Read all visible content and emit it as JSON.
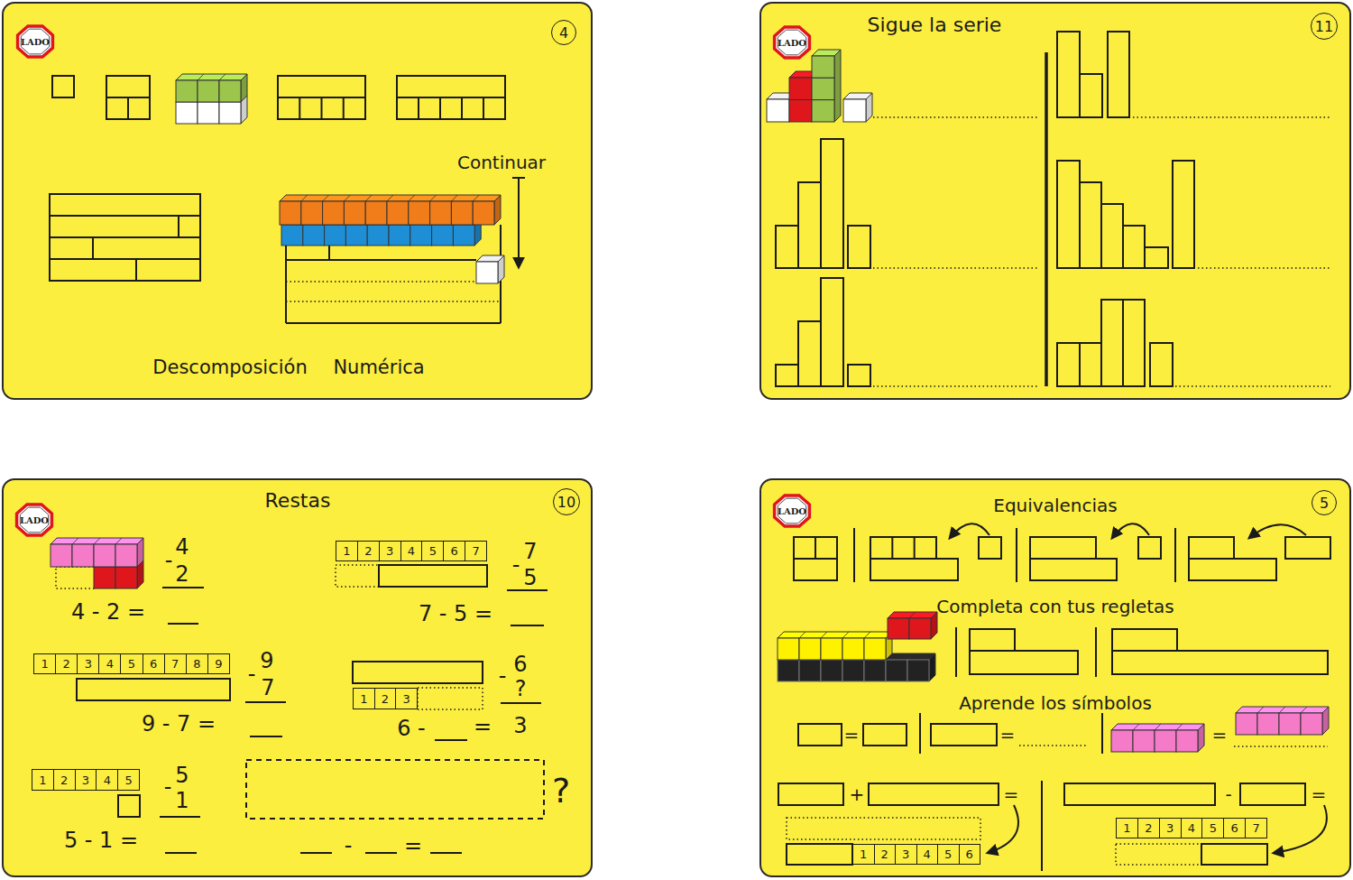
{
  "diagram": {
    "nodes": [
      {
        "text": [
          "Descomposición Numérica"
        ]
      },
      {
        "text": [
          "LADO"
        ],
        "in": 0
      },
      {
        "text": [
          "4"
        ],
        "in": 0
      },
      {
        "text": [
          "Sigue la serie"
        ]
      },
      {
        "text": [
          "LADO"
        ],
        "in": 3
      },
      {
        "text": [
          "11"
        ],
        "in": 3
      },
      {
        "text": [
          "Restas"
        ]
      },
      {
        "text": [
          "LADO"
        ],
        "in": 6
      },
      {
        "text": [
          "10"
        ],
        "in": 6
      },
      {
        "text": [
          "1",
          "2",
          "3",
          "4",
          "5",
          "6",
          "7"
        ],
        "in": 6
      },
      {
        "text": [
          "1",
          "2",
          "3",
          "4",
          "5",
          "6",
          "7",
          "8",
          "9"
        ],
        "in": 6
      },
      {
        "text": [
          "1",
          "2",
          "3"
        ],
        "in": 6
      },
      {
        "text": [
          "1",
          "2",
          "3",
          "4",
          "5"
        ],
        "in": 6
      },
      {
        "text": [
          "Equivalencias",
          "Completa con tus regletas",
          "Aprende los símbolos"
        ]
      },
      {
        "text": [
          "LADO"
        ],
        "in": 13
      },
      {
        "text": [
          "5"
        ],
        "in": 13
      },
      {
        "text": [
          "1",
          "2",
          "3",
          "4",
          "5",
          "6"
        ],
        "in": 13
      },
      {
        "text": [
          "1",
          "2",
          "3",
          "4",
          "5",
          "6",
          "7"
        ],
        "in": 13
      }
    ],
    "labels": [
      "Continuar",
      "4",
      "-",
      "2",
      "4 - 2 =",
      "7",
      "-",
      "5",
      "7 - 5 =",
      "9",
      "-",
      "7",
      "9 - 7 =",
      "6",
      "-",
      "?",
      "6 -",
      "=",
      "3",
      "5",
      "-",
      "1",
      "5 - 1 =",
      "?",
      "-",
      "=",
      "=",
      "=",
      "=",
      "+",
      "=",
      "-",
      "="
    ]
  }
}
